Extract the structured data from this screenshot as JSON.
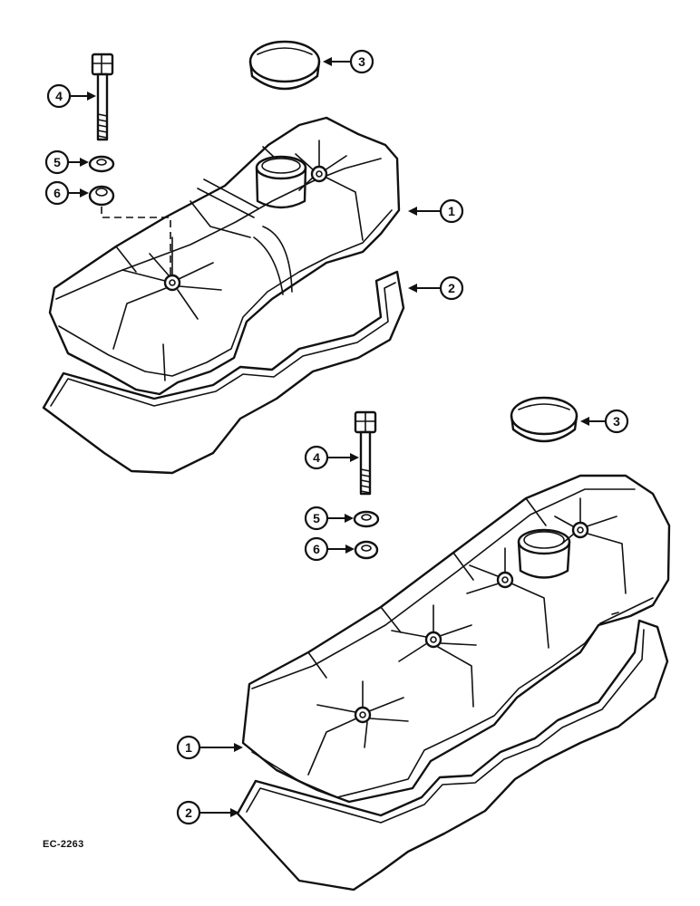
{
  "figure": {
    "reference_code": "EC-2263"
  },
  "callouts": {
    "upper": {
      "cover": "1",
      "gasket": "2",
      "cap": "3",
      "bolt": "4",
      "washer": "5",
      "grommet": "6"
    },
    "lower": {
      "cover": "1",
      "gasket": "2",
      "cap": "3",
      "bolt": "4",
      "washer": "5",
      "grommet": "6"
    }
  }
}
